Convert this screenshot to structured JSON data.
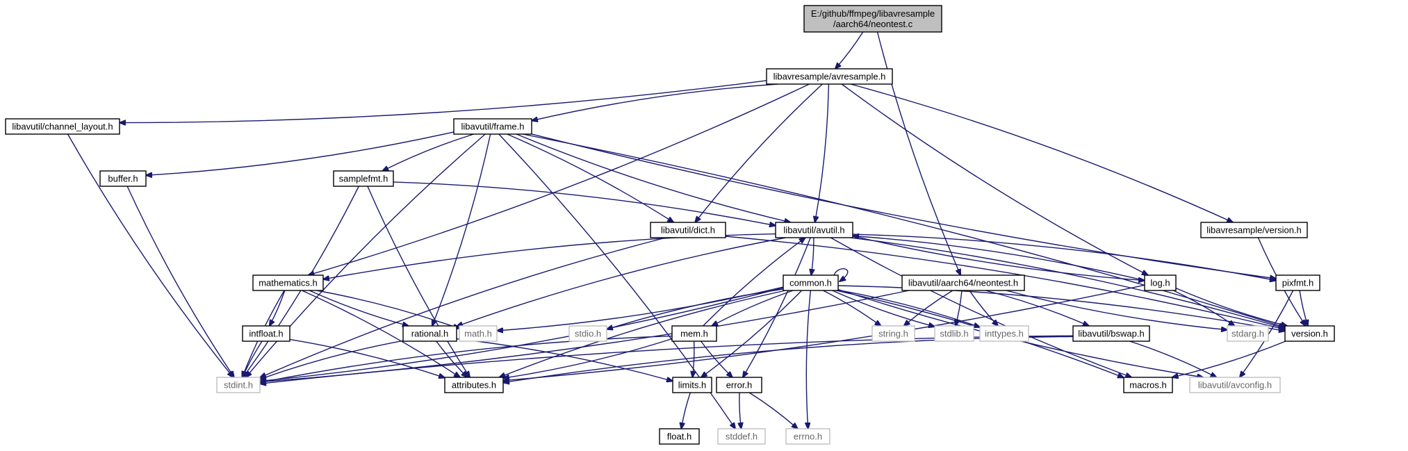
{
  "diagram": {
    "type": "include-dependency-graph",
    "colors": {
      "edge": "#191970",
      "root_fill": "#bfbfbf",
      "node_border": "#000000",
      "external_border": "#bfbfbf"
    },
    "nodes": {
      "root": {
        "label": "E:/github/ffmpeg/libavresample\n/aarch64/neontest.c",
        "kind": "root"
      },
      "avresample": {
        "label": "libavresample/avresample.h",
        "kind": "doc"
      },
      "channel_layout": {
        "label": "libavutil/channel_layout.h",
        "kind": "doc"
      },
      "frame": {
        "label": "libavutil/frame.h",
        "kind": "doc"
      },
      "buffer": {
        "label": "buffer.h",
        "kind": "doc"
      },
      "samplefmt": {
        "label": "samplefmt.h",
        "kind": "doc"
      },
      "dict": {
        "label": "libavutil/dict.h",
        "kind": "doc"
      },
      "avutil": {
        "label": "libavutil/avutil.h",
        "kind": "doc"
      },
      "res_version": {
        "label": "libavresample/version.h",
        "kind": "doc"
      },
      "mathematics": {
        "label": "mathematics.h",
        "kind": "doc"
      },
      "common": {
        "label": "common.h",
        "kind": "doc"
      },
      "neontest_h": {
        "label": "libavutil/aarch64/neontest.h",
        "kind": "doc"
      },
      "log": {
        "label": "log.h",
        "kind": "doc"
      },
      "pixfmt": {
        "label": "pixfmt.h",
        "kind": "doc"
      },
      "intfloat": {
        "label": "intfloat.h",
        "kind": "doc"
      },
      "rational": {
        "label": "rational.h",
        "kind": "doc"
      },
      "math_h": {
        "label": "math.h",
        "kind": "ext"
      },
      "stdio": {
        "label": "stdio.h",
        "kind": "ext"
      },
      "mem": {
        "label": "mem.h",
        "kind": "doc"
      },
      "string": {
        "label": "string.h",
        "kind": "ext"
      },
      "stdlib": {
        "label": "stdlib.h",
        "kind": "ext"
      },
      "inttypes": {
        "label": "inttypes.h",
        "kind": "ext"
      },
      "bswap": {
        "label": "libavutil/bswap.h",
        "kind": "doc"
      },
      "stdarg": {
        "label": "stdarg.h",
        "kind": "ext"
      },
      "version": {
        "label": "version.h",
        "kind": "doc"
      },
      "stdint": {
        "label": "stdint.h",
        "kind": "ext"
      },
      "attributes": {
        "label": "attributes.h",
        "kind": "doc"
      },
      "limits": {
        "label": "limits.h",
        "kind": "doc"
      },
      "error": {
        "label": "error.h",
        "kind": "doc"
      },
      "macros": {
        "label": "macros.h",
        "kind": "doc"
      },
      "avconfig": {
        "label": "libavutil/avconfig.h",
        "kind": "ext"
      },
      "float_h": {
        "label": "float.h",
        "kind": "doc"
      },
      "stddef": {
        "label": "stddef.h",
        "kind": "ext"
      },
      "errno": {
        "label": "errno.h",
        "kind": "ext"
      }
    },
    "edges": [
      [
        "root",
        "avresample"
      ],
      [
        "root",
        "neontest_h"
      ],
      [
        "avresample",
        "channel_layout"
      ],
      [
        "avresample",
        "frame"
      ],
      [
        "avresample",
        "mathematics"
      ],
      [
        "avresample",
        "dict"
      ],
      [
        "avresample",
        "avutil"
      ],
      [
        "avresample",
        "log"
      ],
      [
        "avresample",
        "res_version"
      ],
      [
        "channel_layout",
        "stdint"
      ],
      [
        "frame",
        "buffer"
      ],
      [
        "frame",
        "samplefmt"
      ],
      [
        "frame",
        "dict"
      ],
      [
        "frame",
        "avutil"
      ],
      [
        "frame",
        "rational"
      ],
      [
        "frame",
        "pixfmt"
      ],
      [
        "frame",
        "version"
      ],
      [
        "frame",
        "stdint"
      ],
      [
        "frame",
        "stddef"
      ],
      [
        "buffer",
        "stdint"
      ],
      [
        "samplefmt",
        "avutil"
      ],
      [
        "samplefmt",
        "attributes"
      ],
      [
        "samplefmt",
        "stdint"
      ],
      [
        "dict",
        "stdint"
      ],
      [
        "dict",
        "version"
      ],
      [
        "avutil",
        "mathematics"
      ],
      [
        "avutil",
        "common"
      ],
      [
        "avutil",
        "rational"
      ],
      [
        "avutil",
        "error"
      ],
      [
        "avutil",
        "macros"
      ],
      [
        "avutil",
        "version"
      ],
      [
        "avutil",
        "log"
      ],
      [
        "avutil",
        "pixfmt"
      ],
      [
        "res_version",
        "version"
      ],
      [
        "mathematics",
        "intfloat"
      ],
      [
        "mathematics",
        "rational"
      ],
      [
        "mathematics",
        "math_h"
      ],
      [
        "mathematics",
        "stdint"
      ],
      [
        "mathematics",
        "attributes"
      ],
      [
        "common",
        "common"
      ],
      [
        "common",
        "math_h"
      ],
      [
        "common",
        "stdio"
      ],
      [
        "common",
        "string"
      ],
      [
        "common",
        "stdlib"
      ],
      [
        "common",
        "inttypes"
      ],
      [
        "common",
        "mem"
      ],
      [
        "common",
        "stdint"
      ],
      [
        "common",
        "attributes"
      ],
      [
        "common",
        "limits"
      ],
      [
        "common",
        "errno"
      ],
      [
        "common",
        "macros"
      ],
      [
        "common",
        "avconfig"
      ],
      [
        "common",
        "version"
      ],
      [
        "neontest_h",
        "string"
      ],
      [
        "neontest_h",
        "stdlib"
      ],
      [
        "neontest_h",
        "inttypes"
      ],
      [
        "neontest_h",
        "bswap"
      ],
      [
        "neontest_h",
        "stdarg"
      ],
      [
        "neontest_h",
        "stdint"
      ],
      [
        "log",
        "avutil"
      ],
      [
        "log",
        "stdarg"
      ],
      [
        "log",
        "version"
      ],
      [
        "log",
        "attributes"
      ],
      [
        "pixfmt",
        "version"
      ],
      [
        "pixfmt",
        "avconfig"
      ],
      [
        "intfloat",
        "stdint"
      ],
      [
        "intfloat",
        "attributes"
      ],
      [
        "rational",
        "stdint"
      ],
      [
        "rational",
        "limits"
      ],
      [
        "rational",
        "attributes"
      ],
      [
        "mem",
        "avutil"
      ],
      [
        "mem",
        "error"
      ],
      [
        "mem",
        "limits"
      ],
      [
        "mem",
        "stdint"
      ],
      [
        "mem",
        "attributes"
      ],
      [
        "bswap",
        "stdint"
      ],
      [
        "bswap",
        "avconfig"
      ],
      [
        "bswap",
        "attributes"
      ],
      [
        "version",
        "macros"
      ],
      [
        "limits",
        "float_h"
      ],
      [
        "error",
        "errno"
      ],
      [
        "error",
        "stddef"
      ]
    ]
  }
}
